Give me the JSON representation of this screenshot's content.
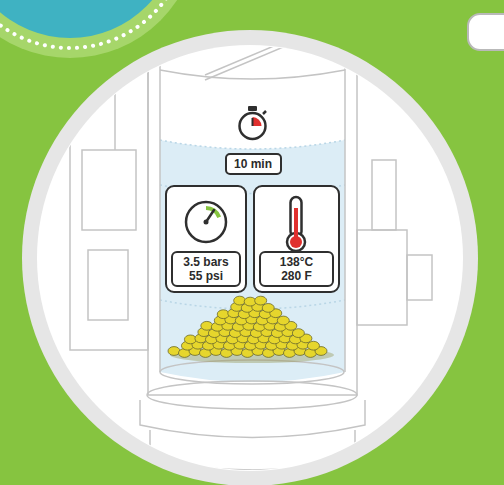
{
  "diagram": {
    "nodes": [
      {
        "text": [
          "10 min"
        ]
      },
      {
        "text": [
          "3.5 bars",
          "55 psi"
        ]
      },
      {
        "text": [
          "138°C",
          "280 F"
        ]
      }
    ]
  }
}
